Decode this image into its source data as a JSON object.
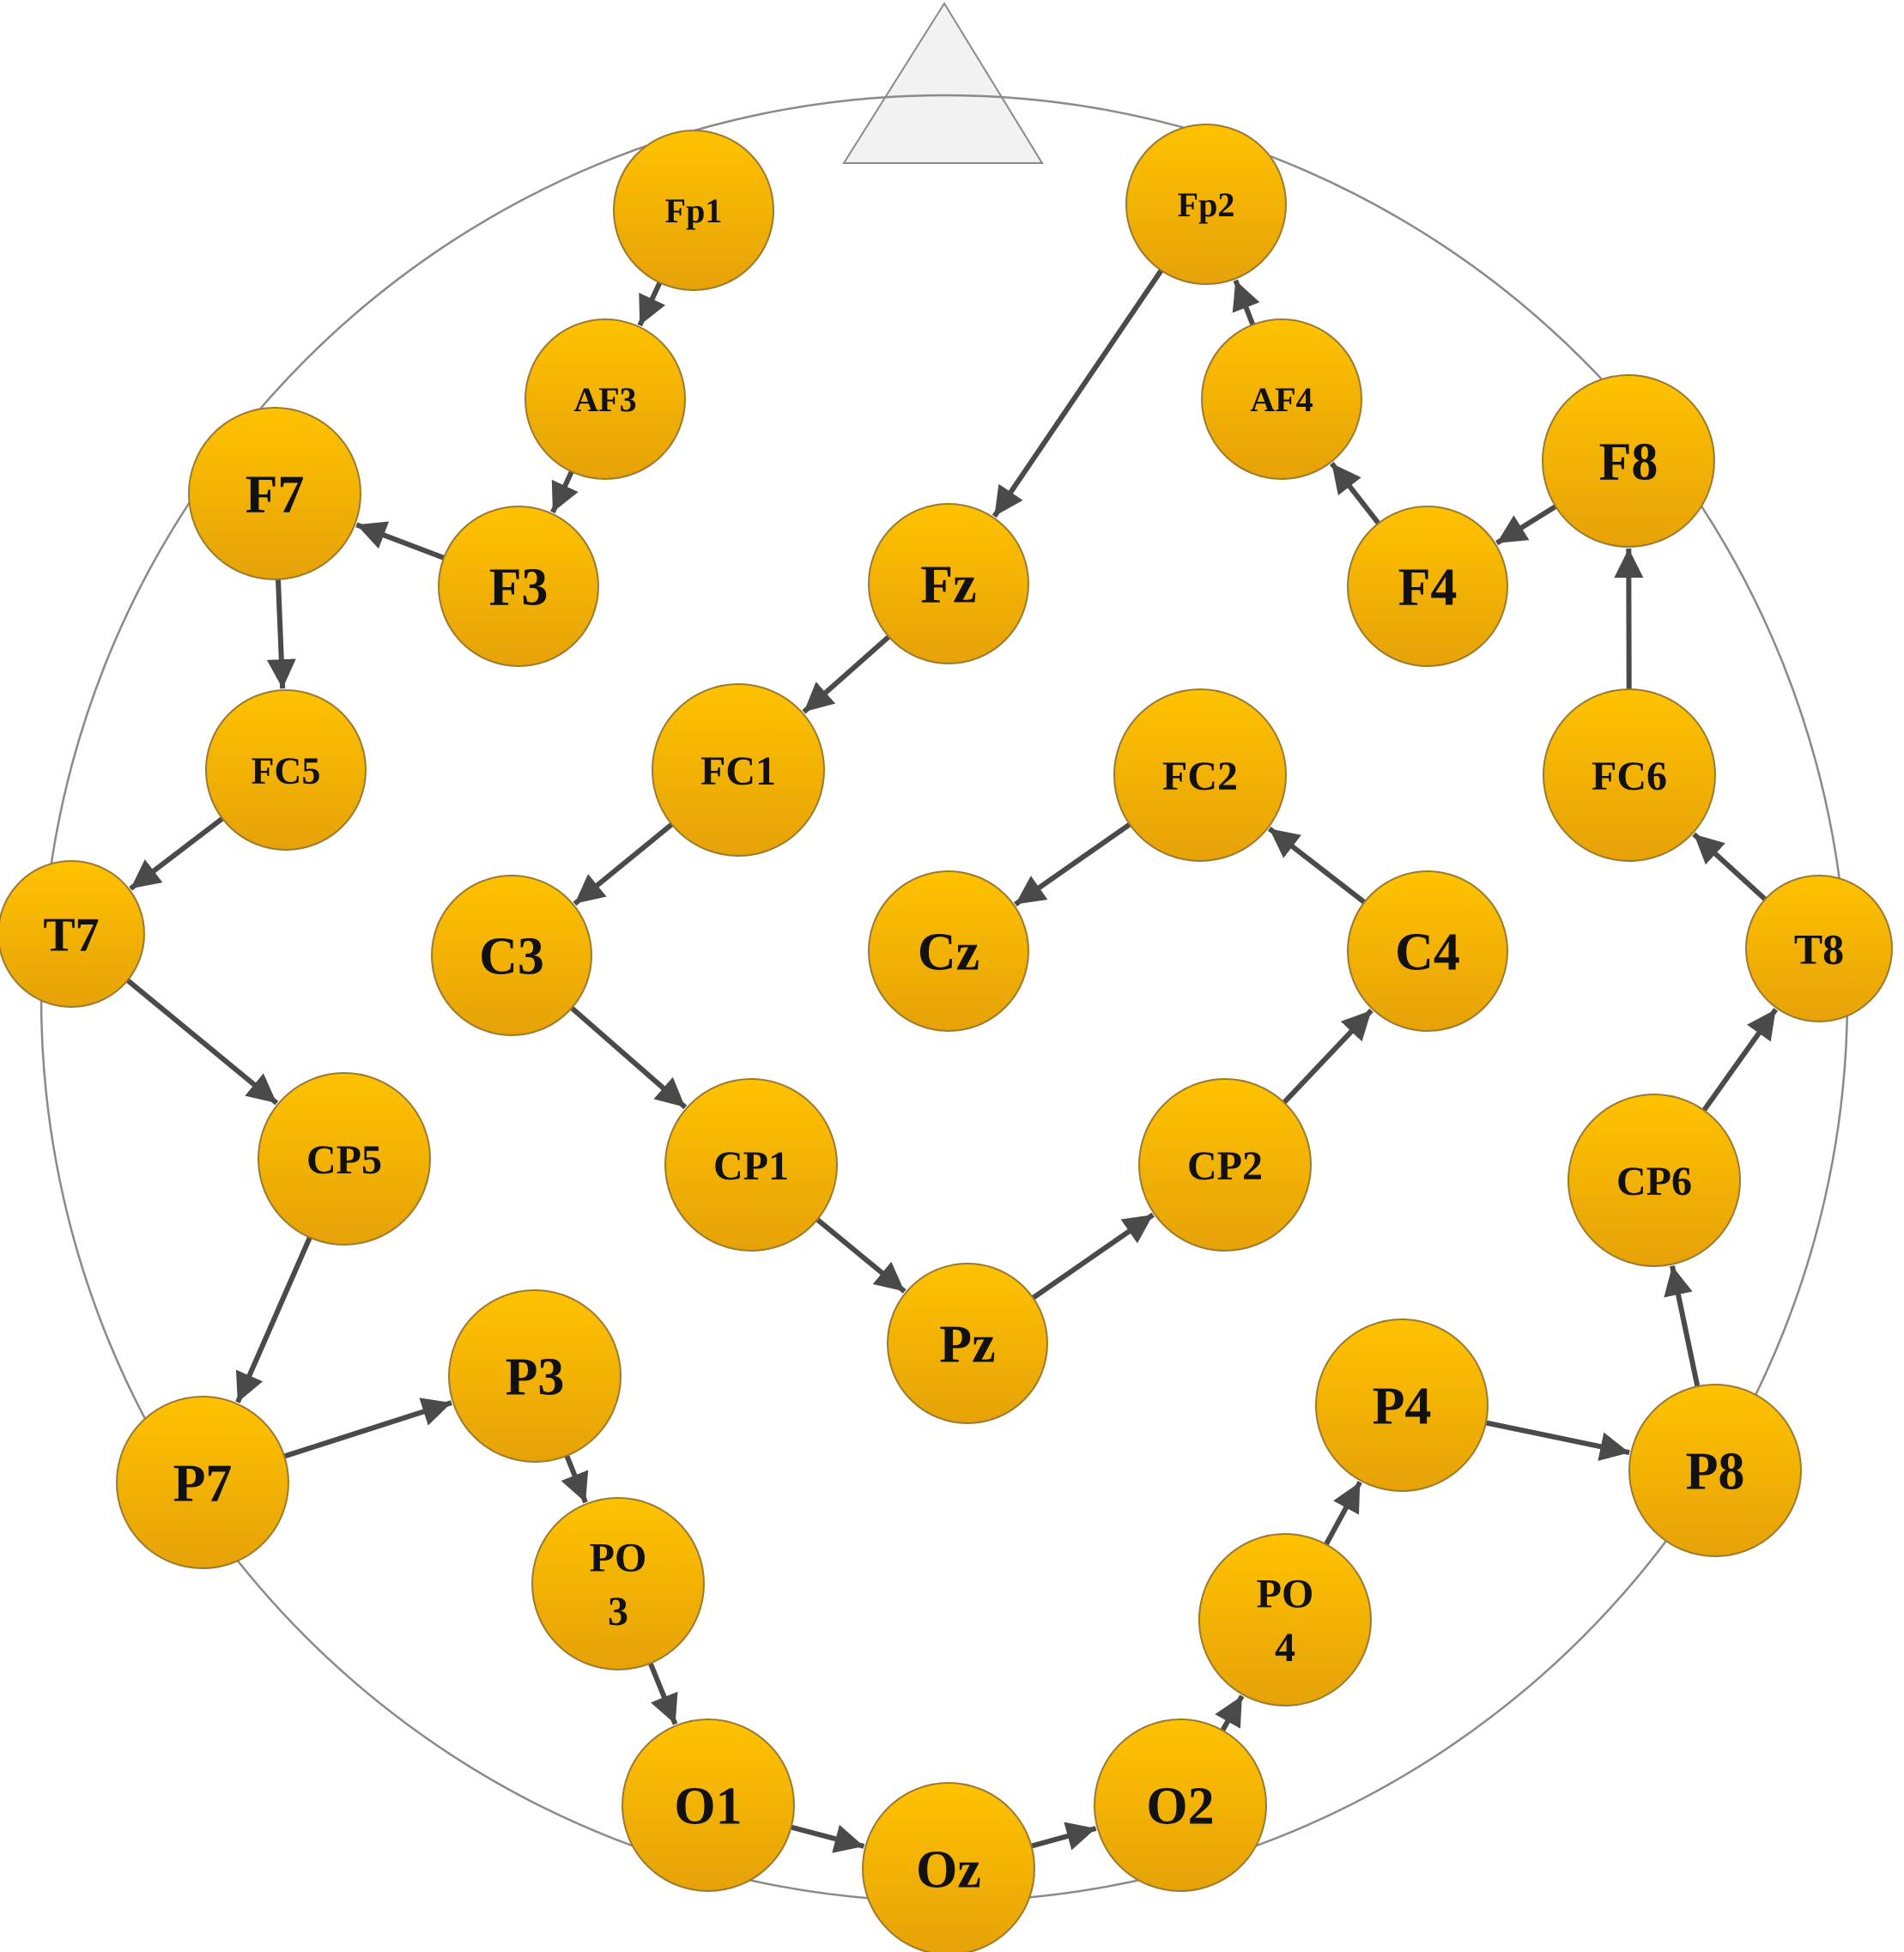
{
  "colors": {
    "node_fill_top": "#ffc200",
    "node_fill_bottom": "#e6a208",
    "node_stroke": "#9a7a30",
    "edge": "#4a4a4a",
    "head_outline": "#8a8a8a",
    "nose_fill": "#f2f2f2",
    "label": "#111111"
  },
  "nodes": [
    {
      "id": "Fp1",
      "label": "Fp1"
    },
    {
      "id": "Fp2",
      "label": "Fp2"
    },
    {
      "id": "AF3",
      "label": "AF3"
    },
    {
      "id": "AF4",
      "label": "AF4"
    },
    {
      "id": "F7",
      "label": "F7"
    },
    {
      "id": "F3",
      "label": "F3"
    },
    {
      "id": "Fz",
      "label": "Fz"
    },
    {
      "id": "F4",
      "label": "F4"
    },
    {
      "id": "F8",
      "label": "F8"
    },
    {
      "id": "FC5",
      "label": "FC5"
    },
    {
      "id": "FC1",
      "label": "FC1"
    },
    {
      "id": "FC2",
      "label": "FC2"
    },
    {
      "id": "FC6",
      "label": "FC6"
    },
    {
      "id": "T7",
      "label": "T7"
    },
    {
      "id": "C3",
      "label": "C3"
    },
    {
      "id": "Cz",
      "label": "Cz"
    },
    {
      "id": "C4",
      "label": "C4"
    },
    {
      "id": "T8",
      "label": "T8"
    },
    {
      "id": "CP5",
      "label": "CP5"
    },
    {
      "id": "CP1",
      "label": "CP1"
    },
    {
      "id": "CP2",
      "label": "CP2"
    },
    {
      "id": "CP6",
      "label": "CP6"
    },
    {
      "id": "Pz",
      "label": "Pz"
    },
    {
      "id": "P3",
      "label": "P3"
    },
    {
      "id": "P4",
      "label": "P4"
    },
    {
      "id": "P7",
      "label": "P7"
    },
    {
      "id": "P8",
      "label": "P8"
    },
    {
      "id": "PO3",
      "label": "PO 3"
    },
    {
      "id": "PO4",
      "label": "PO 4"
    },
    {
      "id": "O1",
      "label": "O1"
    },
    {
      "id": "Oz",
      "label": "Oz"
    },
    {
      "id": "O2",
      "label": "O2"
    }
  ],
  "edges": [
    [
      "Fp1",
      "AF3"
    ],
    [
      "AF3",
      "F3"
    ],
    [
      "F3",
      "F7"
    ],
    [
      "F7",
      "FC5"
    ],
    [
      "FC5",
      "T7"
    ],
    [
      "T7",
      "CP5"
    ],
    [
      "CP5",
      "P7"
    ],
    [
      "P7",
      "P3"
    ],
    [
      "P3",
      "PO3"
    ],
    [
      "PO3",
      "O1"
    ],
    [
      "O1",
      "Oz"
    ],
    [
      "Oz",
      "O2"
    ],
    [
      "O2",
      "PO4"
    ],
    [
      "PO4",
      "P4"
    ],
    [
      "P4",
      "P8"
    ],
    [
      "P8",
      "CP6"
    ],
    [
      "CP6",
      "T8"
    ],
    [
      "T8",
      "FC6"
    ],
    [
      "FC6",
      "F8"
    ],
    [
      "F8",
      "F4"
    ],
    [
      "F4",
      "AF4"
    ],
    [
      "AF4",
      "Fp2"
    ],
    [
      "Fp2",
      "Fz"
    ],
    [
      "Fz",
      "FC1"
    ],
    [
      "FC1",
      "C3"
    ],
    [
      "C3",
      "CP1"
    ],
    [
      "CP1",
      "Pz"
    ],
    [
      "Pz",
      "CP2"
    ],
    [
      "CP2",
      "C4"
    ],
    [
      "C4",
      "FC2"
    ],
    [
      "FC2",
      "Cz"
    ]
  ]
}
